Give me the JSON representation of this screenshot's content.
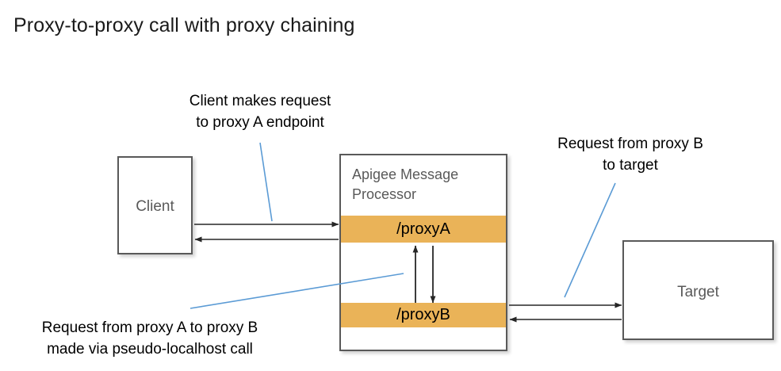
{
  "title": "Proxy-to-proxy call with proxy chaining",
  "colors": {
    "proxy_band": "#EAB358",
    "box_border": "#595959",
    "box_label": "#595959",
    "leader_line": "#5B9BD5",
    "arrow": "#262626",
    "background": "#FFFFFF",
    "title_text": "#1A1A1A"
  },
  "nodes": {
    "client": {
      "label": "Client"
    },
    "target": {
      "label": "Target"
    },
    "message_processor": {
      "label": "Apigee Message\nProcessor",
      "proxies": [
        {
          "label": "/proxyA"
        },
        {
          "label": "/proxyB"
        }
      ]
    }
  },
  "annotations": [
    {
      "id": "client-request",
      "text": "Client makes request\nto proxy A endpoint"
    },
    {
      "id": "proxy-b-target",
      "text": "Request from proxy B\nto target"
    },
    {
      "id": "proxy-a-to-b",
      "text": "Request from proxy A to proxy B\nmade via pseudo-localhost call"
    }
  ],
  "connectors": [
    {
      "name": "client-to-proxya",
      "from": "client",
      "to": "/proxyA",
      "direction": "right"
    },
    {
      "name": "proxya-to-client",
      "from": "/proxyA",
      "to": "client",
      "direction": "left"
    },
    {
      "name": "proxya-to-proxyb",
      "from": "/proxyA",
      "to": "/proxyB",
      "direction": "down"
    },
    {
      "name": "proxyb-to-proxya",
      "from": "/proxyB",
      "to": "/proxyA",
      "direction": "up"
    },
    {
      "name": "proxyb-to-target",
      "from": "/proxyB",
      "to": "target",
      "direction": "right"
    },
    {
      "name": "target-to-proxyb",
      "from": "target",
      "to": "/proxyB",
      "direction": "left"
    }
  ]
}
